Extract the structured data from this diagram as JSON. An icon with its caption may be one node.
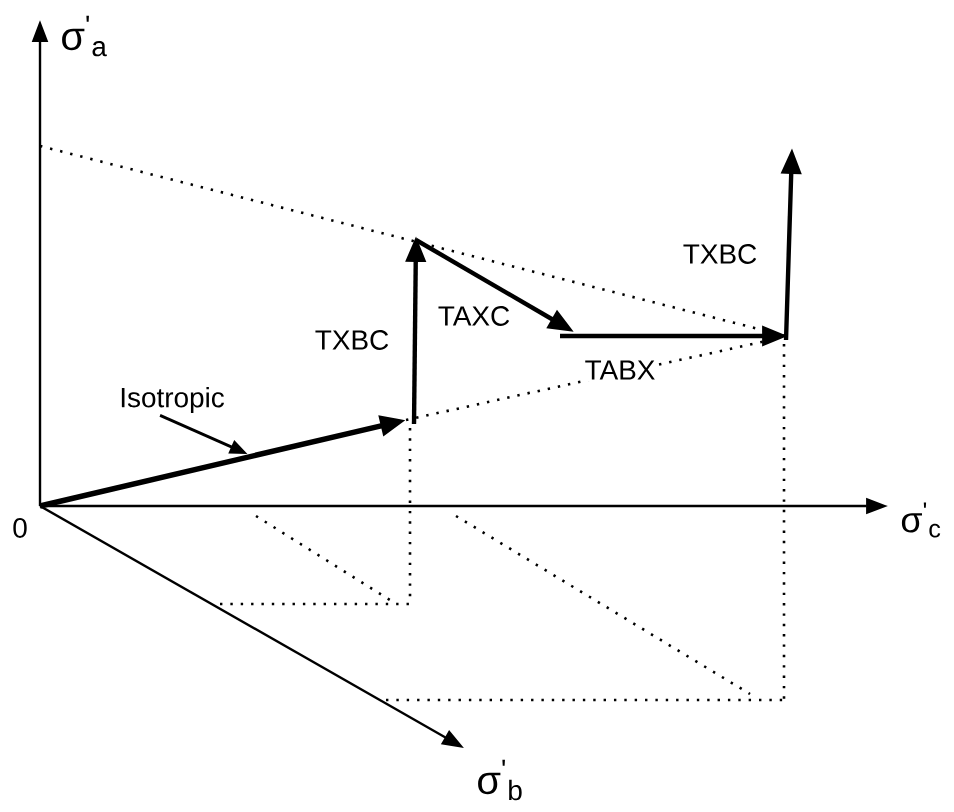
{
  "diagram": {
    "nodes": [
      {
        "text": [
          "Isotropic"
        ]
      },
      {
        "text": [],
        "shape": "arrow"
      }
    ],
    "edges": [
      {
        "from": 0,
        "to": 1,
        "arrow": "to"
      }
    ],
    "labels": [
      "σ$^{'}$$_{a}$",
      "TXBC",
      "TAXC",
      "TXBC",
      "TABX",
      "0",
      "σ$^{'}$$_{c}$",
      "σ$^{'}$$_{b}$"
    ]
  }
}
